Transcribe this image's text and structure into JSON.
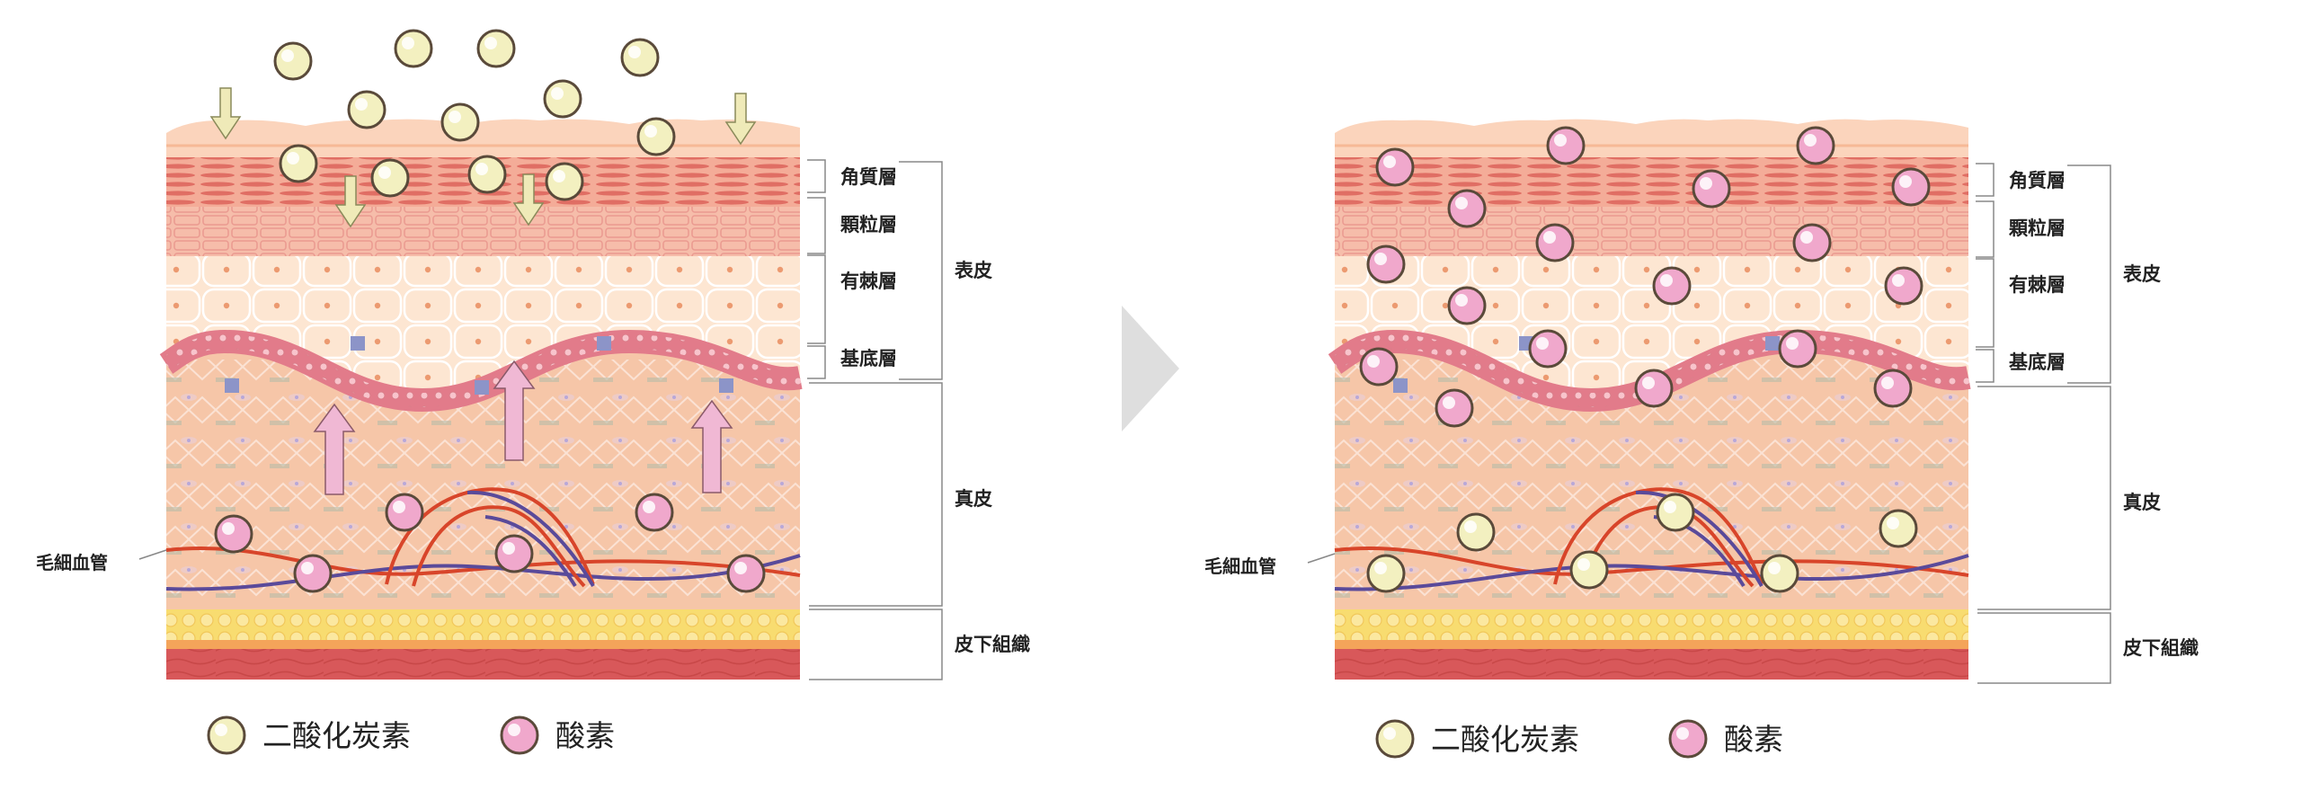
{
  "layer_labels": {
    "stratum_corneum": "角質層",
    "stratum_granulosum": "顆粒層",
    "stratum_spinosum": "有棘層",
    "stratum_basale": "基底層",
    "epidermis": "表皮",
    "dermis": "真皮",
    "subcutis": "皮下組織",
    "capillary": "毛細血管"
  },
  "legend": {
    "carbon_dioxide": "二酸化炭素",
    "oxygen": "酸素"
  },
  "colors": {
    "co2_fill": "#f3f0c0",
    "o2_fill": "#f0a8cc",
    "bubble_stroke": "#5a4a3a",
    "down_arrow": "#efeab8",
    "up_arrow": "#f0b8d4",
    "artery": "#d8452a",
    "vein": "#5a4a9a",
    "fat": "#f8dc70",
    "muscle": "#d8585a",
    "next_arrow": "#dedede"
  },
  "icons": {
    "co2_bubble": "co2-bubble-icon",
    "o2_bubble": "o2-bubble-icon",
    "next_arrow": "next-arrow-icon"
  }
}
